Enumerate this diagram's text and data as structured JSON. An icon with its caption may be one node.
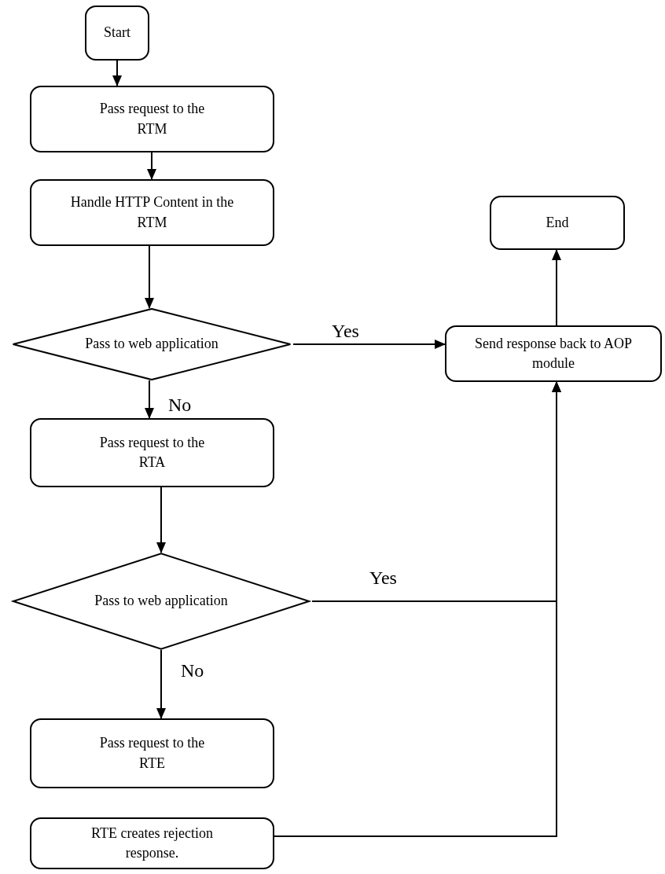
{
  "diagram": {
    "nodes": [
      {
        "text": [
          "Start"
        ]
      },
      {
        "text": [
          "Pass request to the RTM"
        ]
      },
      {
        "text": [
          "Handle HTTP Content in the RTM"
        ]
      },
      {
        "text": [
          "Pass to web application"
        ]
      },
      {
        "text": [
          "Send response back to AOP module"
        ]
      },
      {
        "text": [
          "End"
        ]
      },
      {
        "text": [
          "Pass request to the RTA"
        ]
      },
      {
        "text": [
          "Pass to web application"
        ]
      },
      {
        "text": [
          "Pass request to the RTE"
        ]
      },
      {
        "text": [
          "RTE creates rejection response."
        ]
      }
    ],
    "edges": [
      {
        "from": 0,
        "to": 1,
        "arrow": "to"
      },
      {
        "from": 1,
        "to": 2,
        "arrow": "to"
      },
      {
        "from": 2,
        "to": 3,
        "arrow": "to"
      },
      {
        "from": 3,
        "to": 4,
        "arrow": "to",
        "label": "Yes"
      },
      {
        "from": 3,
        "to": 6,
        "arrow": "to",
        "label": "No"
      },
      {
        "from": 6,
        "to": 7,
        "arrow": "to"
      },
      {
        "from": 7,
        "to": 4,
        "arrow": "to",
        "label": "Yes"
      },
      {
        "from": 7,
        "to": 8,
        "arrow": "to",
        "label": "No"
      },
      {
        "from": 9,
        "to": 4,
        "arrow": "to"
      },
      {
        "from": 4,
        "to": 5,
        "arrow": "to"
      }
    ]
  }
}
